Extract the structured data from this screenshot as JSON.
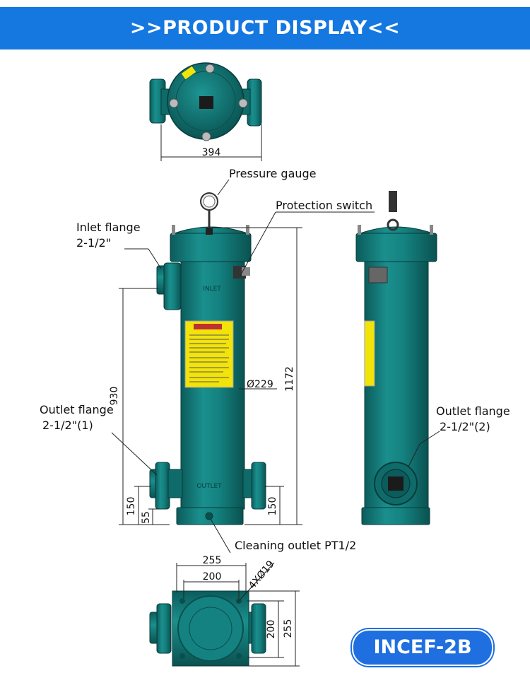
{
  "header": {
    "title": ">>PRODUCT DISPLAY<<"
  },
  "labels": {
    "pressure_gauge": "Pressure gauge",
    "protection_switch": "Protection switch",
    "inlet_flange_1": "Inlet flange",
    "inlet_flange_2": "2-1/2\"",
    "outlet_flange1_1": "Outlet flange",
    "outlet_flange1_2": "2-1/2\"(1)",
    "outlet_flange2_1": "Outlet flange",
    "outlet_flange2_2": "2-1/2\"(2)",
    "cleaning_outlet": "Cleaning outlet PT1/2",
    "inlet_marking": "INLET",
    "outlet_marking": "OUTLET"
  },
  "dimensions": {
    "top_width": "394",
    "height_930": "930",
    "height_1172": "1172",
    "diameter": "Ø229",
    "dim_150_left": "150",
    "dim_55": "55",
    "dim_150_right": "150",
    "bottom_255": "255",
    "bottom_200": "200",
    "holes": "4XØ19",
    "side_200": "200",
    "side_255": "255"
  },
  "model": {
    "name": "INCEF-2B"
  },
  "colors": {
    "banner": "#1577e0",
    "body": "#117a79",
    "body_dark": "#0a5857",
    "label_yellow": "#f2e30a",
    "model_badge": "#1f6fe0"
  }
}
